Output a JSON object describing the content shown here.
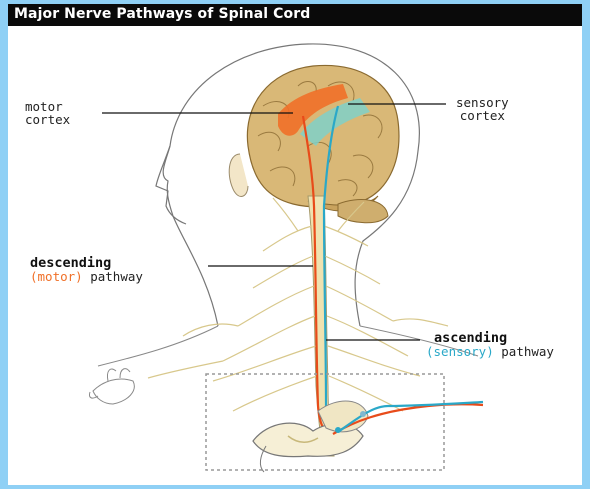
{
  "title": "Major Nerve Pathways of Spinal Cord",
  "labels": {
    "motor_cortex": [
      "motor",
      "cortex"
    ],
    "sensory_cortex": [
      "sensory",
      "cortex"
    ],
    "descending": {
      "heading": "descending",
      "paren": "(motor)",
      "rest": "pathway"
    },
    "ascending": {
      "heading": "ascending",
      "paren": "(sensory)",
      "rest": "pathway"
    }
  },
  "colors": {
    "background": "#8fd0f5",
    "title_bar": "#0a0a0a",
    "motor": "#f07028",
    "sensory": "#2aa8c8",
    "brain": "#d9b877",
    "nerve": "#e8d9a0"
  }
}
